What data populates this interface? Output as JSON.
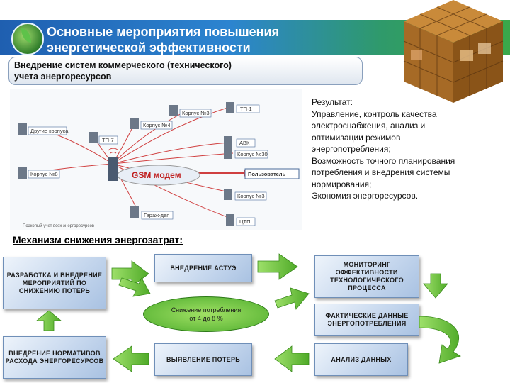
{
  "header": {
    "title_line1": "Основные мероприятия повышения",
    "title_line2": "энергетической эффективности",
    "subtitle_line1": "Внедрение систем коммерческого (технического)",
    "subtitle_line2": "учета энергоресурсов"
  },
  "diagram": {
    "center_label": "GSM модем",
    "user_label": "Пользователь",
    "nodes": {
      "korpus3": "Корпус №3",
      "tp1": "ТП-1",
      "korpus4": "Корпус №4",
      "drugie": "Другие корпуса",
      "tp7": "ТП-7",
      "avk": "АВК",
      "korpus30": "Корпус №30",
      "korpus8": "Корпус №8",
      "korpus3b": "Корпус №3",
      "garage": "Гараж-дея",
      "tsp": "ЦТП"
    },
    "caption": "Поэкопый учет всех энергоресурсов"
  },
  "result": {
    "lines": [
      "Результат:",
      "Управление, контроль качества",
      "электроснабжения, анализ и",
      "оптимизации режимов",
      "энергопотребления;",
      "Возможность точного планирования",
      "потребления и внедрения системы",
      "нормирования;",
      "Экономия энергоресурсов."
    ]
  },
  "mechanism": {
    "title": "Механизм снижения энергозатрат:",
    "box1": "РАЗРАБОТКА И ВНЕДРЕНИЕ МЕРОПРИЯТИЙ ПО СНИЖЕНИЮ ПОТЕРЬ",
    "box2": "ВНЕДРЕНИЕ АСТУЭ",
    "box3": "МОНИТОРИНГ ЭФФЕКТИВНОСТИ ТЕХНОЛОГИЧЕСКОГО ПРОЦЕССА",
    "box4": "ФАКТИЧЕСКИЕ ДАННЫЕ ЭНЕРГОПОТРЕБЛЕНИЯ",
    "box5": "ВНЕДРЕНИЕ НОРМАТИВОВ РАСХОДА ЭНЕРГОРЕСУРСОВ",
    "box6": "ВЫЯВЛЕНИЕ ПОТЕРЬ",
    "box7": "АНАЛИЗ ДАННЫХ",
    "center_line1": "Снижение потребления",
    "center_line2": "от 4 до 8 %"
  },
  "colors": {
    "accent_blue": "#2c84d0",
    "box_blue": "#c7d8ee",
    "arrow_green": "#6cc43c",
    "ellipse_green": "#4fae2e"
  }
}
